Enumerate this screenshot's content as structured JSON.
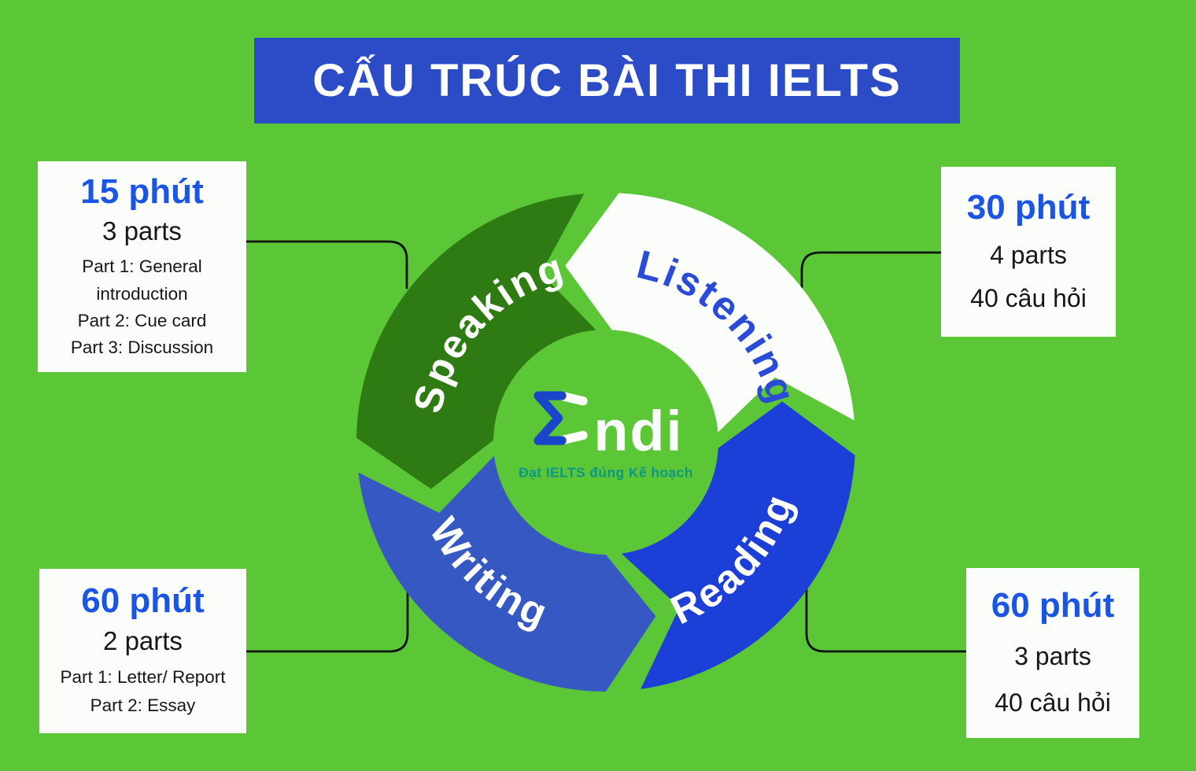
{
  "title": "CẤU TRÚC BÀI THI IELTS",
  "colors": {
    "background": "#5BC737",
    "banner_blue": "#2C4BC6",
    "duration_blue": "#1A55E3",
    "speaking_green": "#2E7A13",
    "listening_white": "#FBFDFB",
    "listening_label_blue": "#2A4BD7",
    "reading_blue": "#1C3FD8",
    "writing_blue": "#3558C2",
    "logo_sigma_blue": "#1946C8",
    "tagline_teal": "#0F9684",
    "connector_black": "#0E120E",
    "text_dark": "#171717"
  },
  "wheel": {
    "segments": [
      {
        "id": "speaking",
        "label": "Speaking",
        "color": "#2E7A13",
        "label_color": "#FFFFFF",
        "position": "top-left"
      },
      {
        "id": "listening",
        "label": "Listening",
        "color": "#FBFDFB",
        "label_color": "#2A4BD7",
        "position": "top-right"
      },
      {
        "id": "reading",
        "label": "Reading",
        "color": "#1C3FD8",
        "label_color": "#FFFFFF",
        "position": "bottom-right"
      },
      {
        "id": "writing",
        "label": "Writing",
        "color": "#3558C2",
        "label_color": "#FFFFFF",
        "position": "bottom-left"
      }
    ]
  },
  "logo": {
    "brand_suffix": "ndi",
    "tagline": "Đạt IELTS đúng Kế hoạch"
  },
  "boxes": {
    "speaking": {
      "duration": "15 phút",
      "parts": "3 parts",
      "details": [
        "Part 1: General introduction",
        "Part 2: Cue card",
        "Part 3: Discussion"
      ]
    },
    "listening": {
      "duration": "30 phút",
      "parts": "4 parts",
      "questions": "40 câu hỏi"
    },
    "writing": {
      "duration": "60 phút",
      "parts": "2 parts",
      "details": [
        "Part 1: Letter/ Report",
        "Part 2: Essay"
      ]
    },
    "reading": {
      "duration": "60 phút",
      "parts": "3 parts",
      "questions": "40 câu hỏi"
    }
  }
}
